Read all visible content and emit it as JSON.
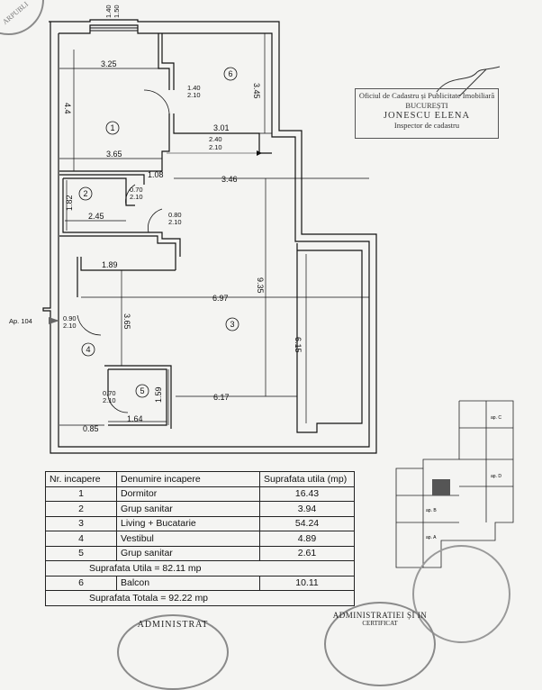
{
  "plan": {
    "apartment_marker": "Ap. 104",
    "entry_door": "0.90\n2.10",
    "rooms": [
      "1",
      "2",
      "3",
      "4",
      "5",
      "6"
    ],
    "dimensions": {
      "balcony_top": "1.40",
      "balcony_top2": "1.50",
      "r1_width": "3.25",
      "r1_height": "4.4",
      "door_r1": "1.40",
      "door_r1b": "2.10",
      "r6_width": "3.01",
      "r6_height": "3.45",
      "door_r6": "2.40",
      "door_r6b": "2.10",
      "r1_bottom": "3.65",
      "corridor": "1.08",
      "hall_width": "3.46",
      "r2_height": "1.82",
      "r2_width": "2.45",
      "door_r2": "0.70",
      "door_r2b": "2.10",
      "door_hall": "0.80",
      "door_hallb": "2.10",
      "vestibul_top": "1.89",
      "living_width": "6.97",
      "living_height": "9.35",
      "vestibul_height": "3.65",
      "living_right": "6.15",
      "living_bottom": "6.17",
      "door_r5": "0.70",
      "door_r5b": "2.10",
      "r5_height": "1.59",
      "r5_width": "1.64",
      "vestibul_bottom": "0.85"
    }
  },
  "stamp": {
    "line1": "Oficiul de Cadastru și Publicitate Imobiliară",
    "line2": "BUCUREȘTI",
    "name": "JONESCU ELENA",
    "role": "Inspector de cadastru"
  },
  "table": {
    "headers": [
      "Nr. incapere",
      "Denumire incapere",
      "Suprafata utila (mp)"
    ],
    "rows": [
      [
        "1",
        "Dormitor",
        "16.43"
      ],
      [
        "2",
        "Grup sanitar",
        "3.94"
      ],
      [
        "3",
        "Living + Bucatarie",
        "54.24"
      ],
      [
        "4",
        "Vestibul",
        "4.89"
      ],
      [
        "5",
        "Grup sanitar",
        "2.61"
      ]
    ],
    "utila": "Suprafata Utila =  82.11 mp",
    "balcon": [
      "6",
      "Balcon",
      "10.11"
    ],
    "totala": "Suprafata Totala =  92.22 mp"
  },
  "stamps_round": {
    "bottom_left": "ADMINISTRAT",
    "bottom_right": "ADMINISTRATIEI ȘI IN",
    "bottom_right2": "CERTIFICAT",
    "top_left": "ARPUBLI"
  },
  "keyplan": {
    "labels": [
      "ap. C",
      "ap. D",
      "ap. B",
      "ap. A"
    ]
  }
}
